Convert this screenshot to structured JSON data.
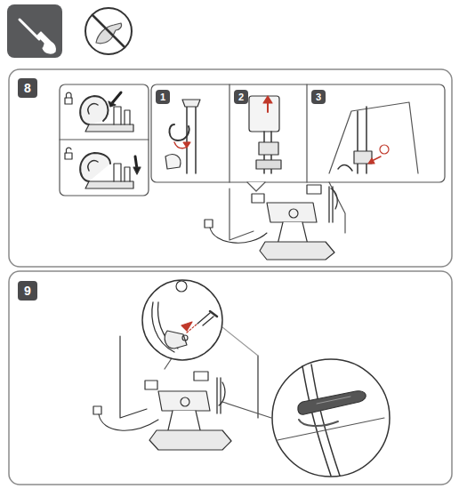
{
  "diagram": {
    "nodes": [
      {
        "text": [
          "8"
        ]
      },
      {
        "text": [
          "1"
        ]
      },
      {
        "text": [
          "2"
        ]
      },
      {
        "text": [
          "3"
        ]
      },
      {
        "text": [
          "9"
        ]
      }
    ]
  }
}
